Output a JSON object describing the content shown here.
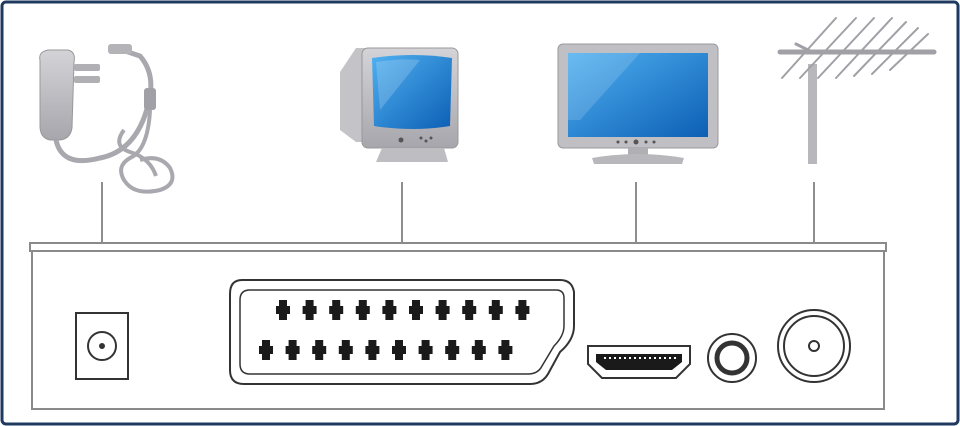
{
  "diagram": {
    "sources": [
      {
        "id": "power",
        "icon": "power-adapter-icon"
      },
      {
        "id": "crt",
        "icon": "crt-monitor-icon"
      },
      {
        "id": "lcd",
        "icon": "flat-screen-tv-icon"
      },
      {
        "id": "antenna",
        "icon": "tv-antenna-icon"
      }
    ],
    "ports": [
      {
        "id": "dc-in",
        "icon": "dc-power-jack-icon"
      },
      {
        "id": "scart",
        "icon": "scart-port-icon"
      },
      {
        "id": "hdmi",
        "icon": "hdmi-port-icon"
      },
      {
        "id": "rca",
        "icon": "rca-jack-icon"
      },
      {
        "id": "rf-in",
        "icon": "rf-antenna-port-icon"
      }
    ],
    "colors": {
      "frame_border": "#1f3a5f",
      "device_grey": "#8a8a8a",
      "icon_grey": "#b8b8bc",
      "screen_blue": "#1b7bd0",
      "port_black": "#1a1a1a"
    }
  }
}
